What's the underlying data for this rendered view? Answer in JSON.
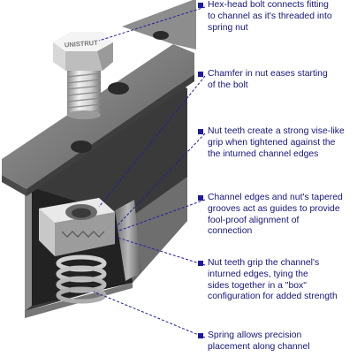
{
  "bolt_head_text": "UNISTRUT",
  "colors": {
    "callout_text": "#15157a",
    "bullet": "#1c1c9c",
    "leader": "#2020a0"
  },
  "callouts": [
    {
      "lines": [
        "Hex-head bolt connects fitting",
        "to channel as it's threaded into",
        "spring nut"
      ]
    },
    {
      "lines": [
        "Chamfer in nut eases starting",
        "of the bolt"
      ]
    },
    {
      "lines": [
        "Nut teeth create a strong vise-like",
        "grip when tightened against the",
        "the inturned channel edges"
      ]
    },
    {
      "lines": [
        "Channel edges and nut's tapered",
        "grooves act as guides to provide",
        "fool-proof alignment of",
        "connection"
      ]
    },
    {
      "lines": [
        "Nut teeth grip the channel's",
        "inturned edges, tying the",
        "sides together in a \"box\"",
        "configuration for added strength"
      ]
    },
    {
      "lines": [
        "Spring allows precision",
        "placement along channel"
      ]
    }
  ]
}
